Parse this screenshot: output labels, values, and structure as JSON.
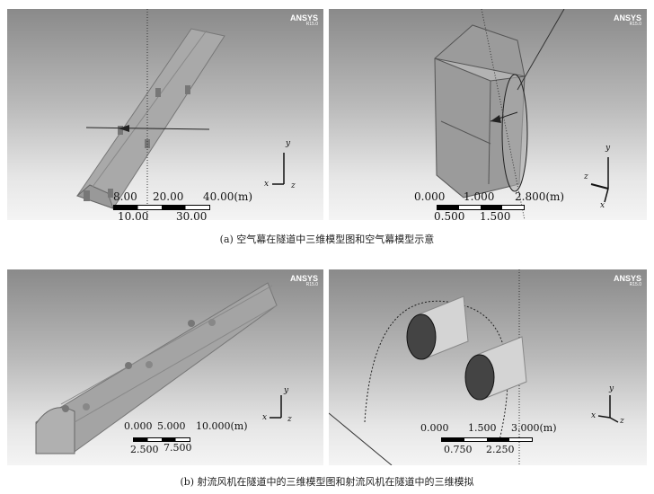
{
  "logo": {
    "brand": "ANSYS",
    "version": "R15.0"
  },
  "axes": {
    "x": "x",
    "y": "y",
    "z": "z"
  },
  "panel_a1": {
    "scale_top": [
      "8.00",
      "20.00",
      "40.00(m)"
    ],
    "scale_bottom": [
      "10.00",
      "30.00"
    ]
  },
  "panel_a2": {
    "scale_top": [
      "0.000",
      "1.000",
      "2.800(m)"
    ],
    "scale_bottom": [
      "0.500",
      "1.500"
    ]
  },
  "panel_b1": {
    "scale_top": [
      "0.000",
      "5.000",
      "10.000(m)"
    ],
    "scale_bottom": [
      "2.500",
      "7.500"
    ]
  },
  "panel_b2": {
    "scale_top": [
      "0.000",
      "1.500",
      "3.000(m)"
    ],
    "scale_bottom": [
      "0.750",
      "2.250"
    ]
  },
  "captions": {
    "a": "(a)  空气幕在隧道中三维模型图和空气幕模型示意",
    "b": "(b)  射流风机在隧道中的三维模型图和射流风机在隧道中的三维模拟"
  }
}
